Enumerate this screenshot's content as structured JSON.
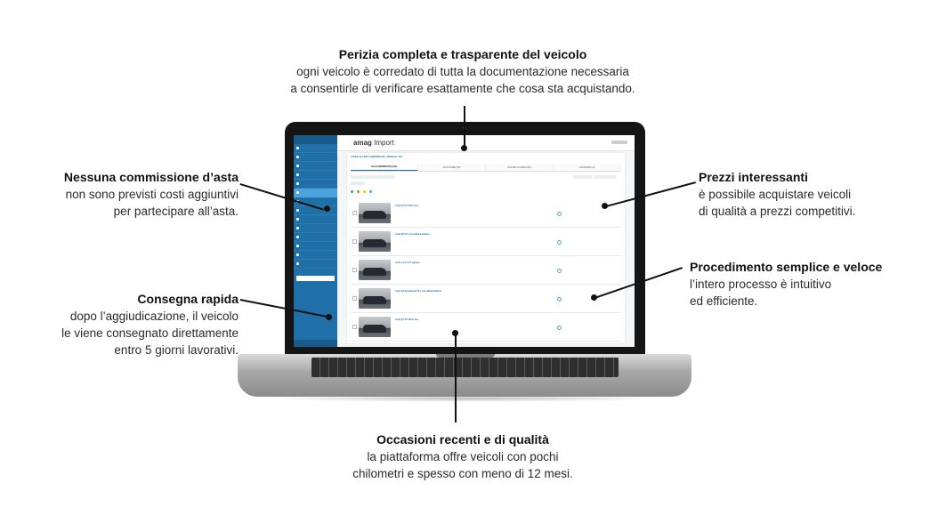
{
  "callouts": {
    "top": {
      "title": "Perizia completa e trasparente del veicolo",
      "line1": "ogni veicolo è corredato di tutta la documentazione necessaria",
      "line2": "a consentirle di verificare esattamente che cosa sta acquistando."
    },
    "left1": {
      "title": "Nessuna commissione d’asta",
      "line1": "non sono previsti costi aggiuntivi",
      "line2": "per partecipare all’asta."
    },
    "left2": {
      "title": "Consegna rapida",
      "line1": "dopo l’aggiudicazione, il veicolo",
      "line2": "le viene consegnato direttamente",
      "line3": "entro 5 giorni lavorativi."
    },
    "right1": {
      "title": "Prezzi interessanti",
      "line1": "è possibile acquistare veicoli",
      "line2": "di qualità a prezzi competitivi."
    },
    "right2": {
      "title": "Procedimento semplice e veloce",
      "line1": "l’intero processo è intuitivo",
      "line2": "ed efficiente."
    },
    "bottom": {
      "title": "Occasioni recenti e di qualità",
      "line1": "la piattaforma offre veicoli con pochi",
      "line2": "chilometri e spesso con meno di 12 mesi."
    }
  },
  "app": {
    "brand_bold": "amag",
    "brand_rest": " Import",
    "breadcrumb": "LISTE ALLER FAHRZEUGE, ANZAHL 114",
    "tabs": [
      "ALLE FAHRZEUGE (114)",
      "AUKTIONEN (55)",
      "SOFORT-KAUFEN (59)",
      "FAVORITEN (0)"
    ],
    "vehicles": [
      {
        "title": "Audi Q7 50 TDI S line"
      },
      {
        "title": "Audi Q8 50 e-tron Black Edition"
      },
      {
        "title": "Audi e-tron GT quattro"
      },
      {
        "title": "Audi Q4 Sportback 50 e-tron Black Edition"
      },
      {
        "title": "Audi Q7 50 TDI S line"
      }
    ]
  },
  "colors": {
    "sidebar": "#1f6fa8",
    "sidebar_active": "#4aa3df",
    "laptop_bezel": "#151515"
  }
}
